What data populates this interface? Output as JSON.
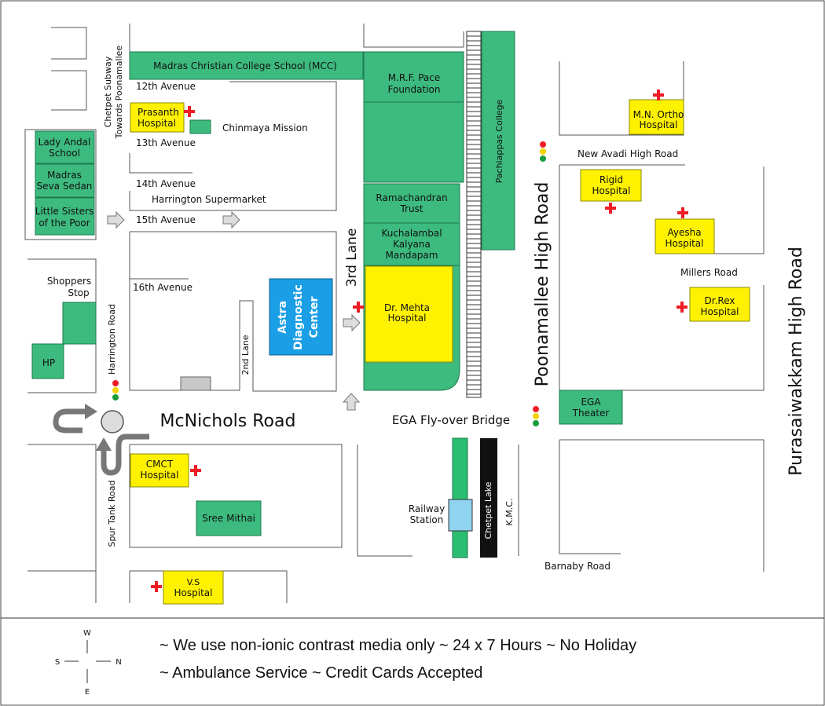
{
  "colors": {
    "green": "#3dbb7f",
    "yellow": "#fff200",
    "blue": "#1a9ee6",
    "black": "#111111",
    "red": "#ee1c25",
    "arrow_fill": "#dddddd",
    "arrow_stroke": "#777777",
    "track": "#2bbd70",
    "station": "#8fd3f0",
    "signal_red": "#ee1c25",
    "signal_yellow": "#f5d300",
    "signal_green": "#1a9c3a"
  },
  "roads": {
    "mcnichols": "McNichols Road",
    "poonamallee": "Poonamallee High Road",
    "purasaiwakkam": "Purasaiwakkam High Road",
    "ega_flyover": "EGA Fly-over Bridge",
    "third_lane": "3rd Lane",
    "second_lane": "2nd Lane",
    "harrington_road": "Harrington Road",
    "spur_tank_road": "Spur Tank Road",
    "new_avadi": "New Avadi High Road",
    "millers": "Millers Road",
    "barnaby": "Barnaby Road",
    "avenue_12": "12th Avenue",
    "avenue_13": "13th Avenue",
    "avenue_14": "14th Avenue",
    "avenue_15": "15th Avenue",
    "avenue_16": "16th Avenue",
    "chetpet_line1": "Chetpet Subway",
    "chetpet_line2": "Towards Poonamallee",
    "kmc": "K.M.C."
  },
  "places": {
    "mcc": "Madras Christian College School (MCC)",
    "mrf_1": "M.R.F. Pace",
    "mrf_2": "Foundation",
    "pachiappas": "Pachiappas College",
    "ramachandran_1": "Ramachandran",
    "ramachandran_2": "Trust",
    "kuchalambal_1": "Kuchalambal",
    "kuchalambal_2": "Kalyana",
    "kuchalambal_3": "Mandapam",
    "mehta_1": "Dr. Mehta",
    "mehta_2": "Hospital",
    "astra_1": "Astra",
    "astra_2": "Diagnostic",
    "astra_3": "Center",
    "prasanth_1": "Prasanth",
    "prasanth_2": "Hospital",
    "chinmaya": "Chinmaya Mission",
    "harrington_supermarket": "Harrington Supermarket",
    "lady_andal_1": "Lady Andal",
    "lady_andal_2": "School",
    "seva_sedan_1": "Madras",
    "seva_sedan_2": "Seva Sedan",
    "little_sisters_1": "Little Sisters",
    "little_sisters_2": "of the Poor",
    "shoppers_1": "Shoppers",
    "shoppers_2": "Stop",
    "hp": "HP",
    "mn_ortho_1": "M.N. Ortho",
    "mn_ortho_2": "Hospital",
    "rigid_1": "Rigid",
    "rigid_2": "Hospital",
    "ayesha_1": "Ayesha",
    "ayesha_2": "Hospital",
    "drrex_1": "Dr.Rex",
    "drrex_2": "Hospital",
    "ega_1": "EGA",
    "ega_2": "Theater",
    "cmct_1": "CMCT",
    "cmct_2": "Hospital",
    "sree_mithai": "Sree Mithai",
    "vs_1": "V.S",
    "vs_2": "Hospital",
    "railway_1": "Railway",
    "railway_2": "Station",
    "chetpet_lake": "Chetpet Lake"
  },
  "legend": {
    "line1": "~ We use non-ionic contrast media only   ~ 24 x 7 Hours   ~ No Holiday",
    "line2": "~ Ambulance Service   ~ Credit Cards Accepted"
  },
  "compass": {
    "w": "W",
    "s": "S",
    "n": "N",
    "e": "E"
  }
}
